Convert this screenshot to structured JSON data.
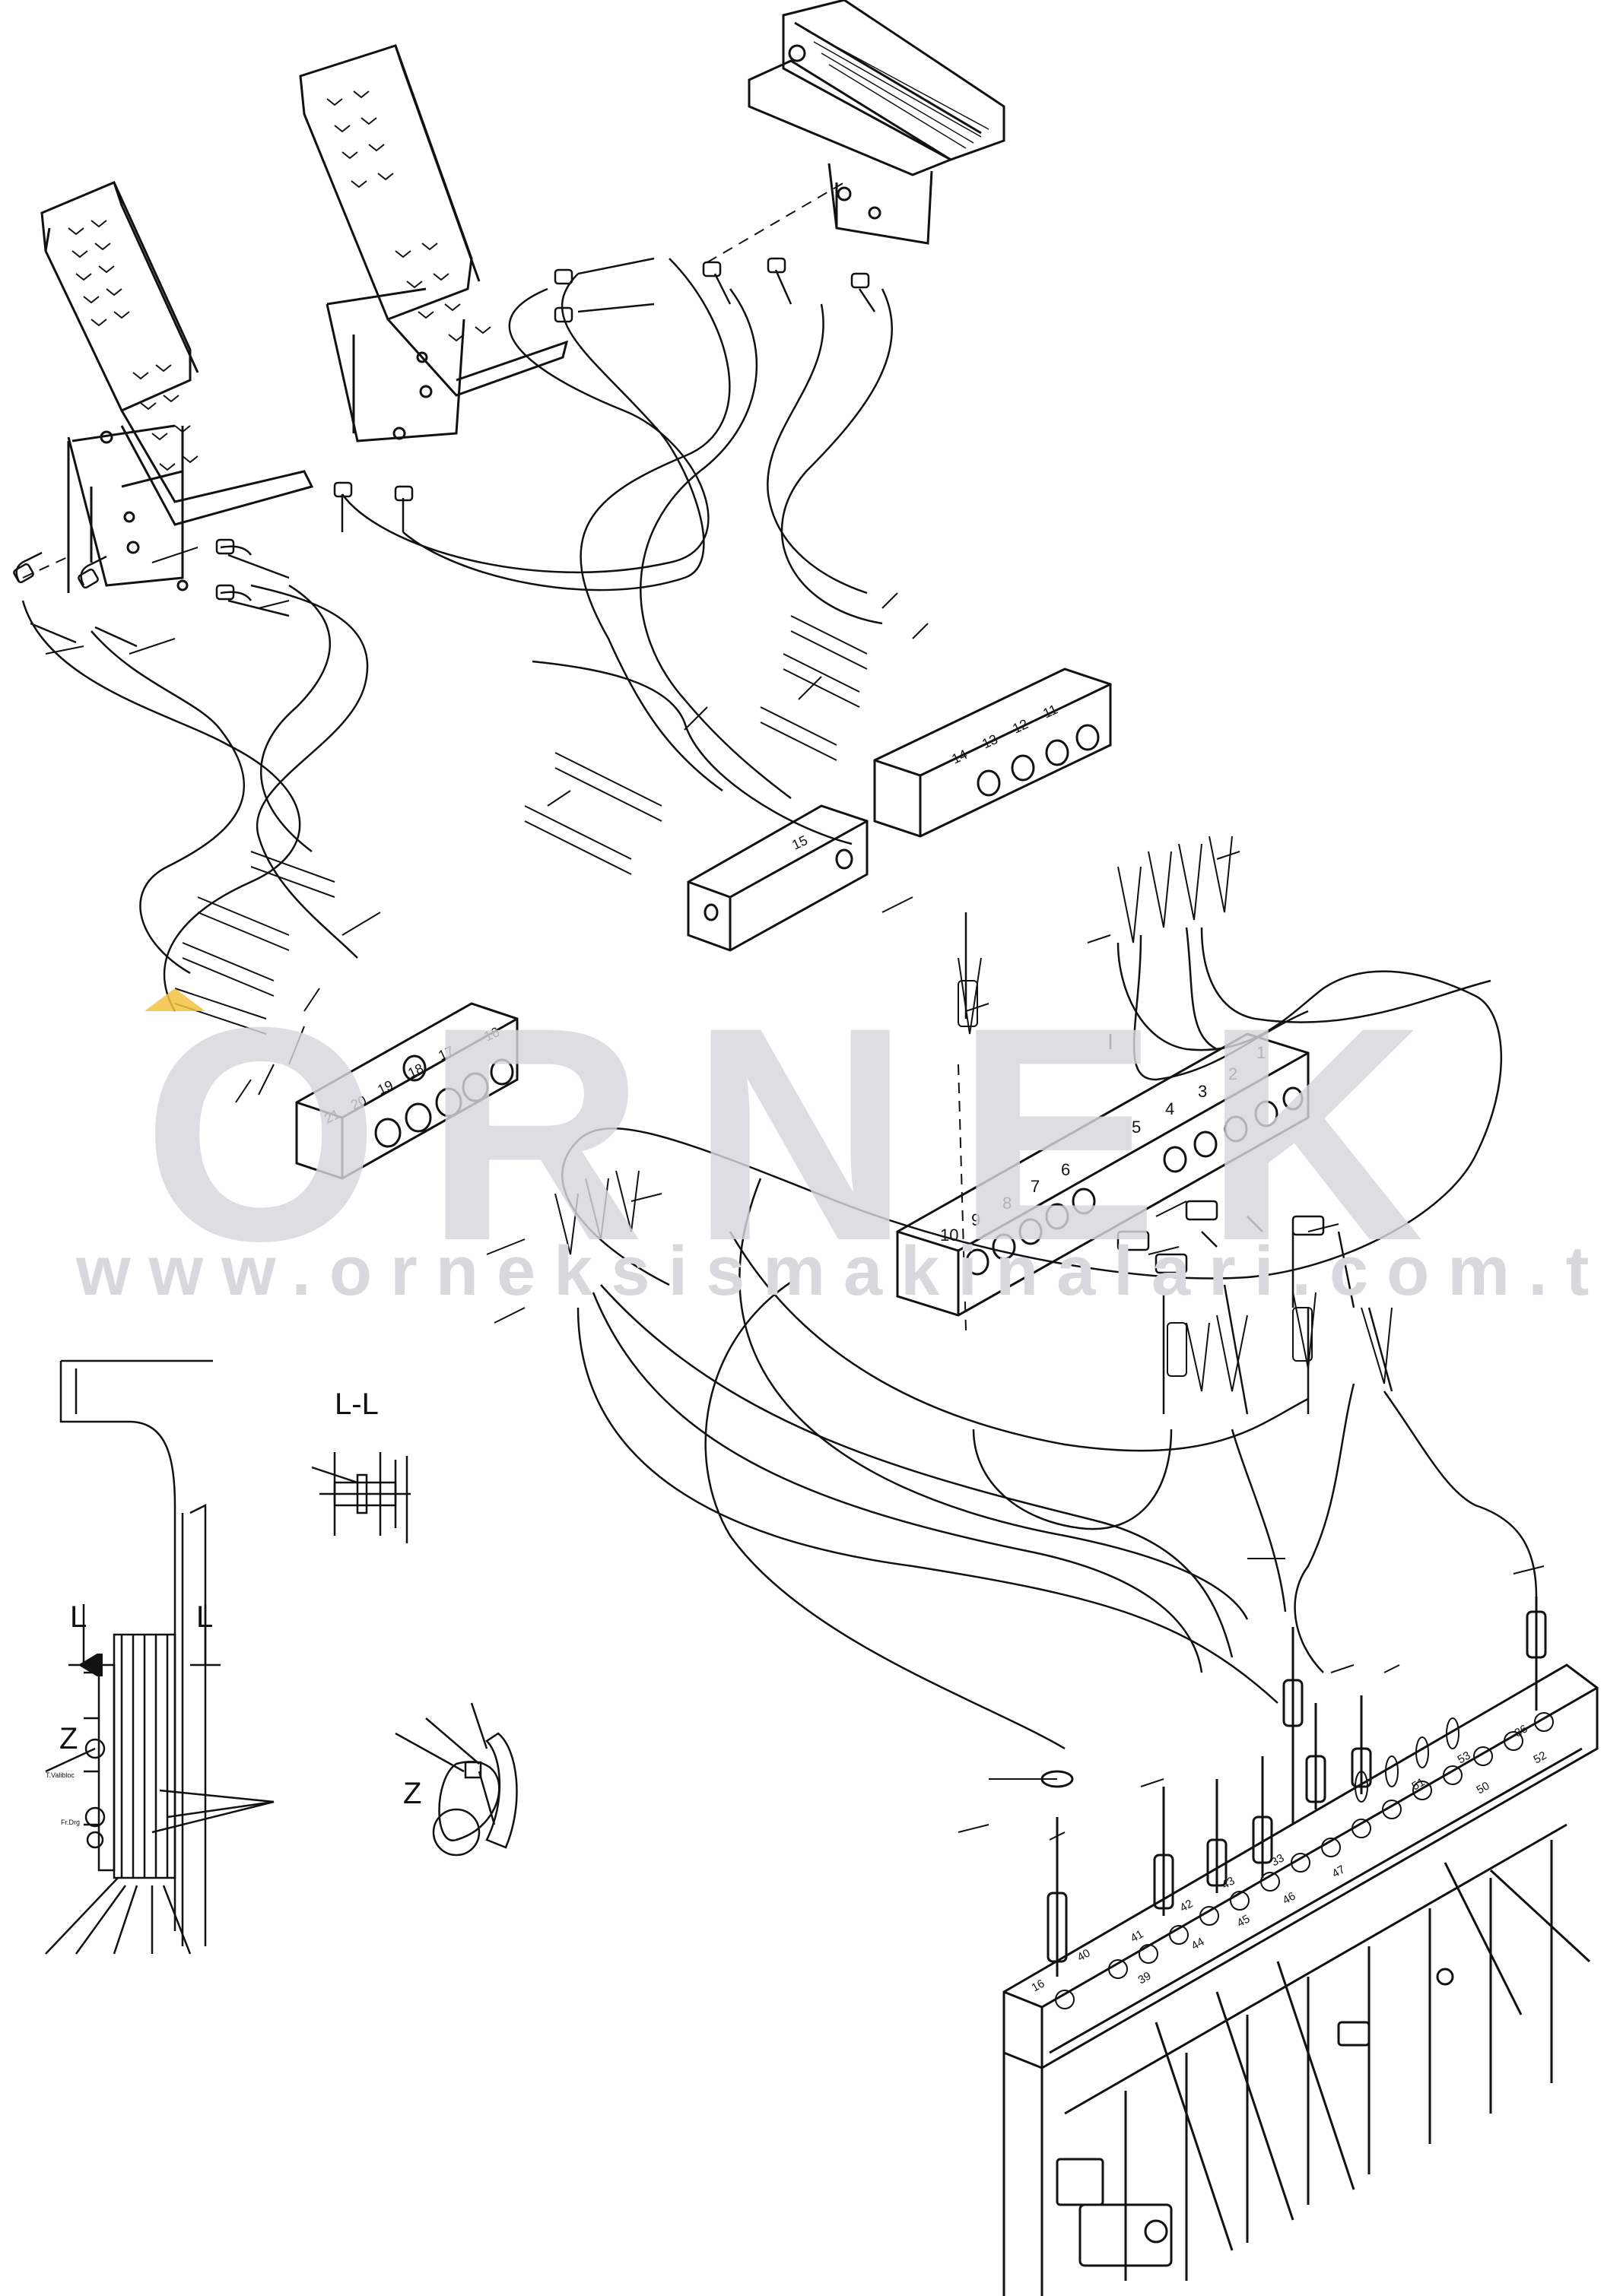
{
  "watermark": {
    "brand": "ORNEK",
    "url": "www.orneksismakinalari.com.tr",
    "text_color": "#d6d6dc",
    "accent_color": "#f5c242"
  },
  "labels": {
    "block_right": [
      "11",
      "12",
      "13",
      "14"
    ],
    "block_center": "15",
    "block_left": [
      "16",
      "17",
      "18",
      "19",
      "20",
      "21"
    ],
    "block_main": [
      "1",
      "2",
      "3",
      "4",
      "5",
      "6",
      "7",
      "8",
      "9",
      "10"
    ],
    "valve_ports": [
      "16",
      "39",
      "40",
      "41",
      "42",
      "43",
      "44",
      "45",
      "46",
      "47",
      "33",
      "50",
      "51",
      "52",
      "53",
      "36"
    ]
  },
  "views": {
    "section": "L-L",
    "cut_left": "L",
    "cut_right": "L",
    "detail_z_marker": "Z",
    "detail_z": "Z",
    "small_label_1": "T.Valibloc",
    "small_label_2": "Fr.Drg"
  }
}
